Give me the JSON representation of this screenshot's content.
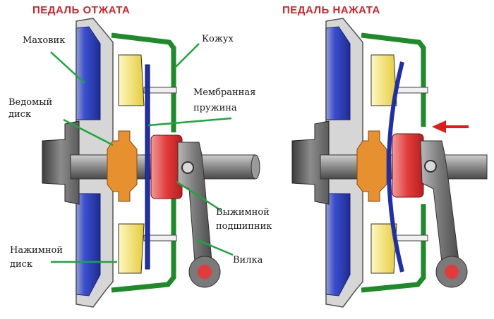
{
  "titles": {
    "released": "ПЕДАЛЬ ОТЖАТА",
    "pressed": "ПЕДАЛЬ НАЖАТА"
  },
  "labels": {
    "flywheel": "Маховик",
    "casing": "Кожух",
    "driven_disc_1": "Ведомый",
    "driven_disc_2": "диск",
    "diaphragm_spring_1": "Мембранная",
    "diaphragm_spring_2": "пружина",
    "release_bearing_1": "Выжимной",
    "release_bearing_2": "подшипник",
    "pressure_disc_1": "Нажимной",
    "pressure_disc_2": "диск",
    "fork": "Вилка"
  },
  "colors": {
    "title": "#d9232a",
    "flywheel": "#2b3fb8",
    "casing": "#1f8a2a",
    "leader": "#1aa83a",
    "spring": "#1e2fa8",
    "bearing": "#e24a4a",
    "driven_disc": "#e7902f",
    "pressure_plate": "#f2e07a",
    "arrow": "#e01b1b"
  }
}
